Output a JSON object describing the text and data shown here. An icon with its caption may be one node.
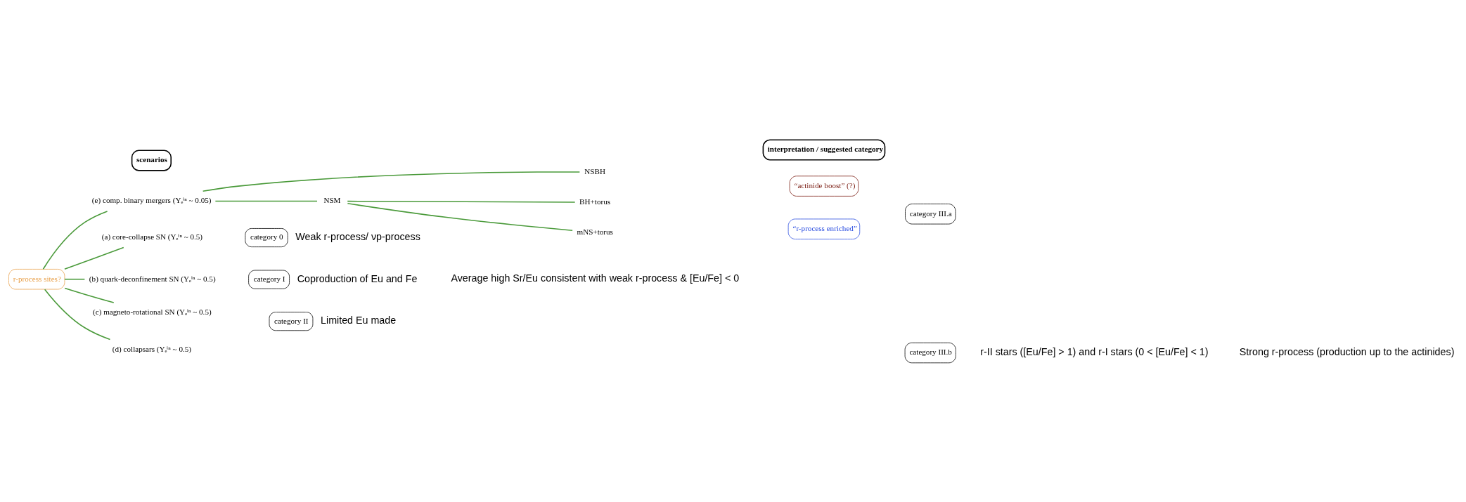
{
  "diagram": {
    "nodes": [
      {
        "text": [
          "scenarios"
        ]
      },
      {
        "text": [
          "interpretation / suggested category"
        ]
      },
      {
        "text": [
          "r-process sites?"
        ]
      },
      {
        "text": [
          "(a) core-collapse SN (Yₑⁱⁿ ~ 0.5)"
        ]
      },
      {
        "text": [
          "(b) quark-deconfinement SN (Yₑⁱⁿ ~ 0.5)"
        ]
      },
      {
        "text": [
          "(c) magneto-rotational SN (Yₑⁱⁿ ~ 0.5)"
        ]
      },
      {
        "text": [
          "(d) collapsars (Yₑⁱⁿ ~ 0.5)"
        ]
      },
      {
        "text": [
          "(e) comp. binary mergers (Yₑⁱⁿ ~ 0.05)"
        ]
      },
      {
        "text": [
          "NSBH"
        ]
      },
      {
        "text": [
          "NSM"
        ]
      },
      {
        "text": [
          "BH+torus"
        ]
      },
      {
        "text": [
          "mNS+torus"
        ]
      },
      {
        "text": [
          "“actinide boost” (?)"
        ]
      },
      {
        "text": [
          "“r-process enriched”"
        ]
      },
      {
        "text": [
          "category 0"
        ],
        "beside": [
          "Weak r-process/ νp-process"
        ]
      },
      {
        "text": [
          "category I"
        ],
        "beside": [
          "Coproduction of Eu and Fe"
        ]
      },
      {
        "text": [
          "category II"
        ],
        "beside": [
          "Limited Eu made"
        ]
      },
      {
        "text": [
          "category III.b"
        ]
      },
      {
        "text": [
          "category III.a"
        ]
      }
    ],
    "edges": [
      {
        "from": 2,
        "to": 3,
        "arrow": "none"
      },
      {
        "from": 2,
        "to": 4,
        "arrow": "none"
      },
      {
        "from": 2,
        "to": 5,
        "arrow": "none"
      },
      {
        "from": 2,
        "to": 6,
        "arrow": "none"
      },
      {
        "from": 2,
        "to": 7,
        "arrow": "none"
      },
      {
        "from": 7,
        "to": 8,
        "arrow": "none"
      },
      {
        "from": 7,
        "to": 9,
        "arrow": "none"
      },
      {
        "from": 9,
        "to": 10,
        "arrow": "none"
      },
      {
        "from": 9,
        "to": 11,
        "arrow": "none"
      }
    ],
    "labels": [
      "Average high Sr/Eu consistent with weak r-process & [Eu/Fe] < 0",
      "r-II stars ([Eu/Fe] > 1) and r-I stars (0 < [Eu/Fe] < 1)",
      "Strong r-process (production up to the actinides)"
    ]
  }
}
